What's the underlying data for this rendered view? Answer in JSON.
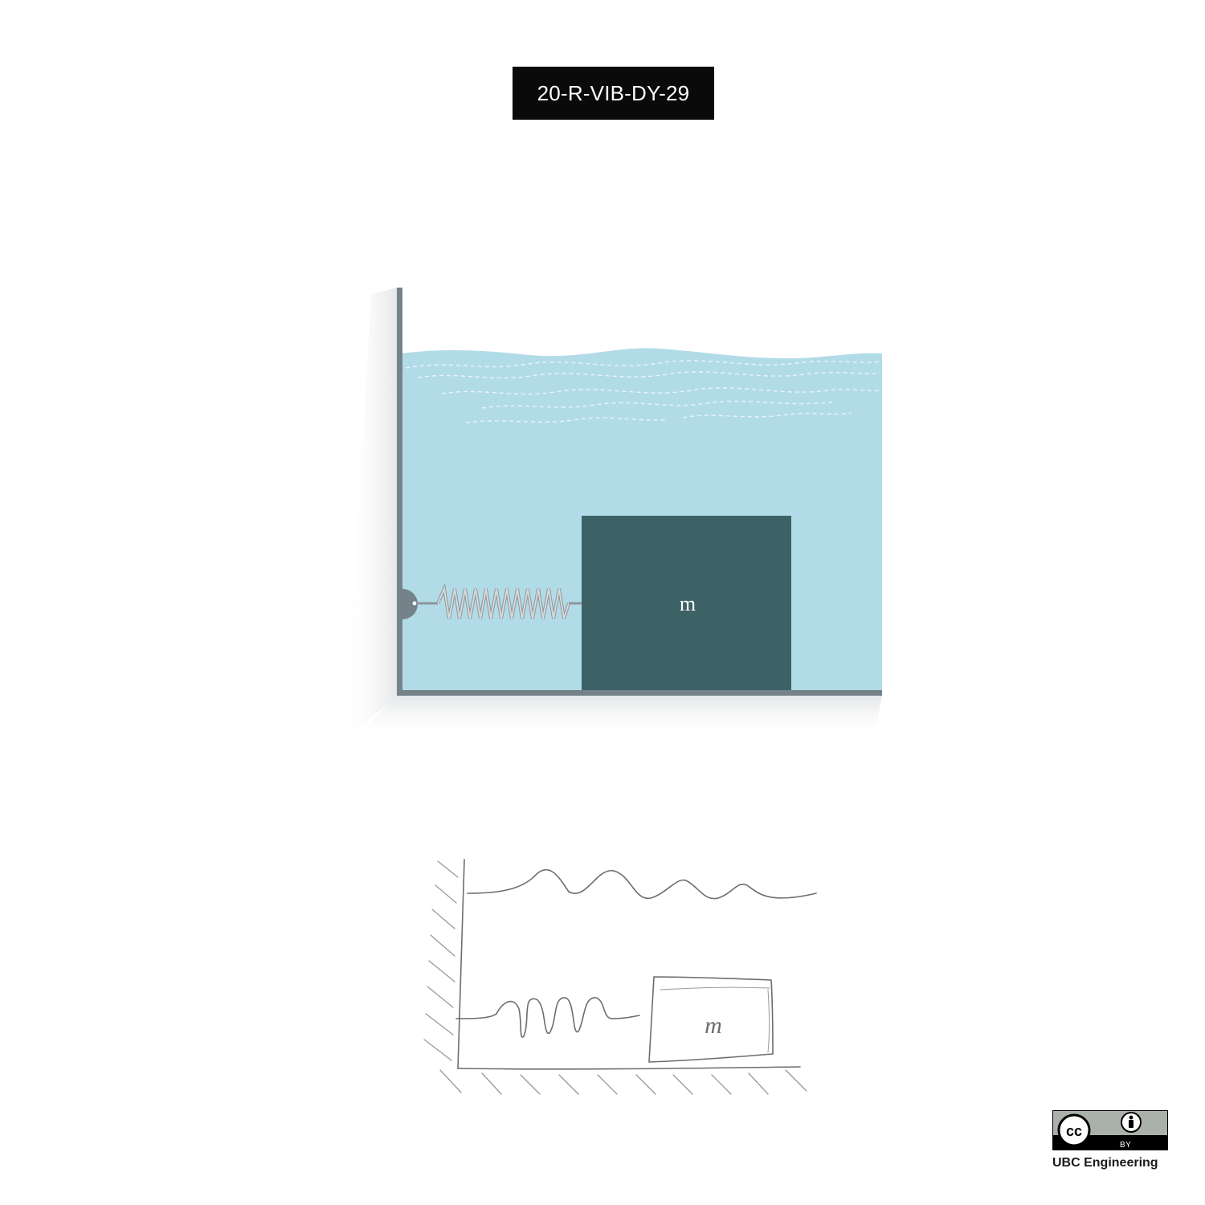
{
  "header": {
    "problem_id": "20-R-VIB-DY-29"
  },
  "diagram": {
    "mass_label": "m",
    "colors": {
      "water": "#b2dbe8",
      "wall": "#76828a",
      "mass": "#3c6266",
      "spring": "#b9bdbf",
      "badge_background": "#0a0a0a"
    }
  },
  "sketch": {
    "mass_label": "m"
  },
  "license": {
    "icons": [
      "creative-commons-icon",
      "attribution-icon"
    ],
    "by_text": "BY",
    "organization": "UBC Engineering"
  }
}
